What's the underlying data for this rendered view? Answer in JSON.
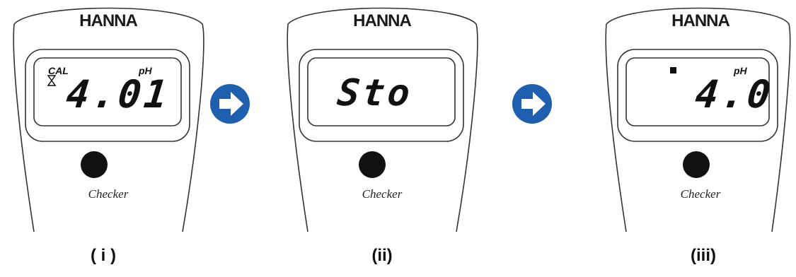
{
  "devices": [
    {
      "brand": "HANNA",
      "label_left": "CAL",
      "label_right": "pH",
      "reading": "4.01",
      "model": "Checker",
      "caption": "( i )"
    },
    {
      "brand": "HANNA",
      "reading": "Sto",
      "model": "Checker",
      "caption": "(ii)"
    },
    {
      "brand": "HANNA",
      "label_right": "pH",
      "reading": "4.0",
      "model": "Checker",
      "caption": "(iii)"
    }
  ],
  "arrows": [
    {
      "icon": "right-arrow-icon",
      "color": "#1f5fb0"
    },
    {
      "icon": "right-arrow-icon",
      "color": "#1f5fb0"
    }
  ],
  "colors": {
    "arrow": "#1f5fb0",
    "outline": "#333333",
    "button": "#111111"
  }
}
